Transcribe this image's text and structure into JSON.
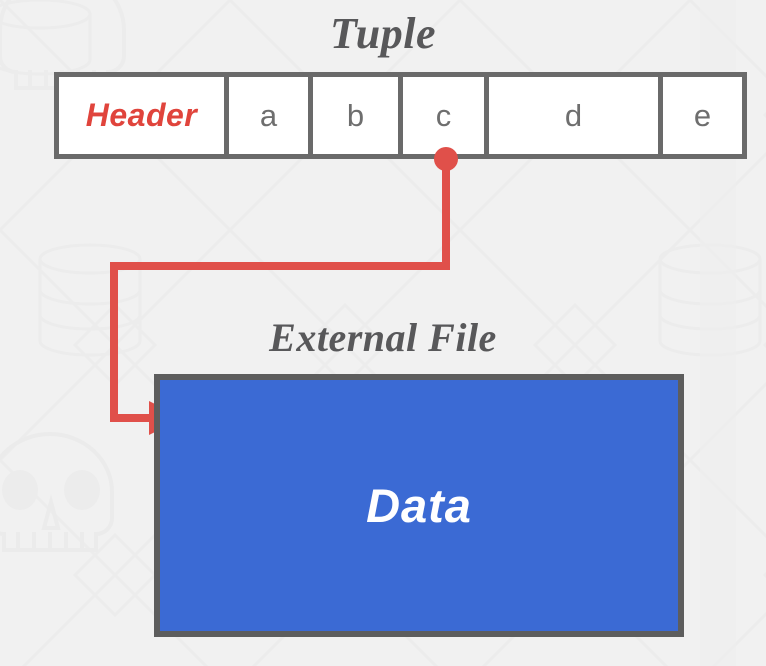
{
  "diagram": {
    "type": "tuple-external-file-pointer",
    "tuple": {
      "title": "Tuple",
      "cells": [
        {
          "label": "Header",
          "kind": "header"
        },
        {
          "label": "a",
          "kind": "attribute"
        },
        {
          "label": "b",
          "kind": "attribute"
        },
        {
          "label": "c",
          "kind": "attribute-pointer"
        },
        {
          "label": "d",
          "kind": "attribute"
        },
        {
          "label": "e",
          "kind": "attribute"
        }
      ]
    },
    "external_file": {
      "title": "External File",
      "content_label": "Data"
    },
    "pointer": {
      "source_cell": "c",
      "target": "External File",
      "marker": "red-dot",
      "arrowhead": "arrow-right-icon"
    }
  },
  "colors": {
    "background": "#f1f1f1",
    "header_text": "#e0443c",
    "cell_text": "#6e6e6e",
    "cell_border": "#6a6a6a",
    "title_text": "#58585a",
    "connector": "#e0504a",
    "file_fill": "#3b6ad4",
    "file_border": "#5d5d5d",
    "data_text": "#ffffff"
  }
}
